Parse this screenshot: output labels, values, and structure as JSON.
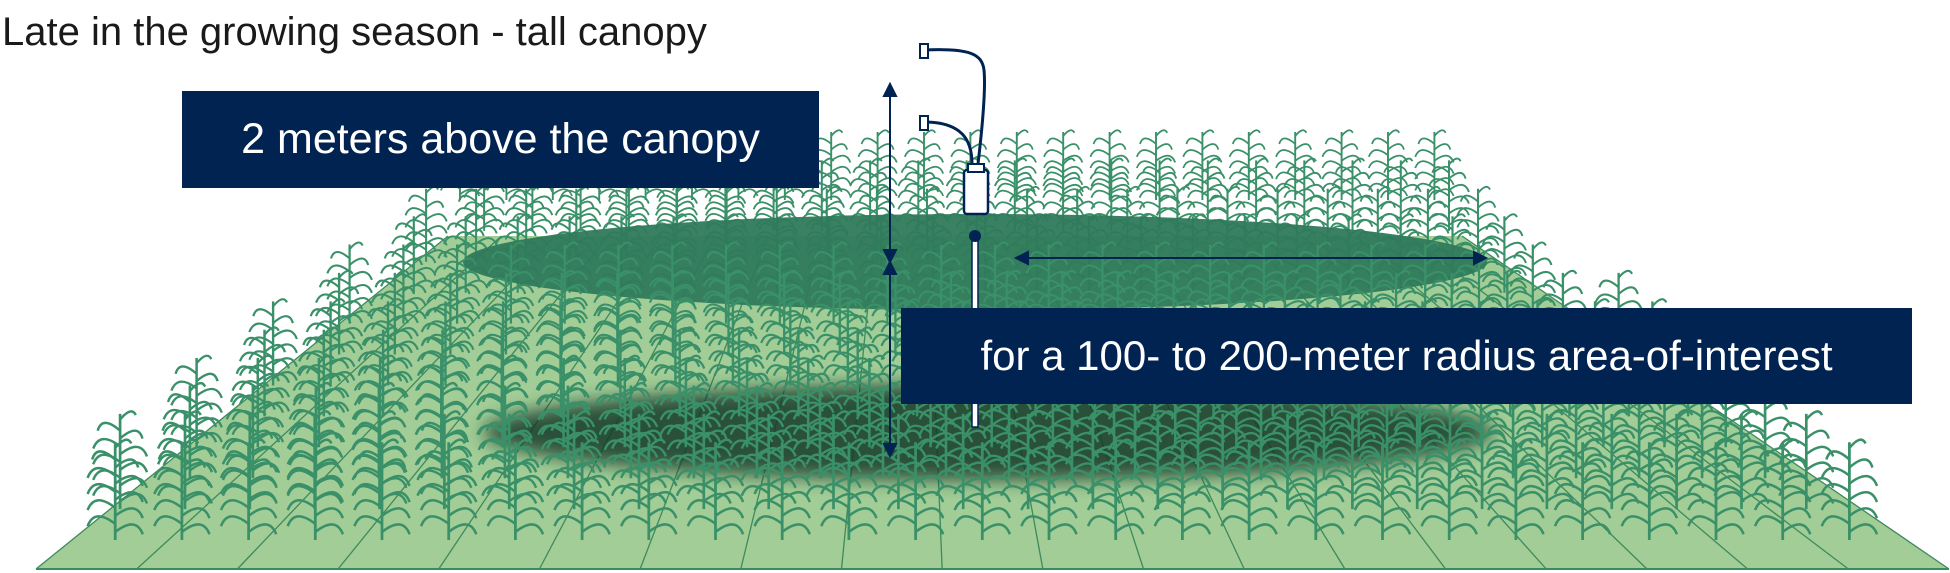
{
  "diagram": {
    "title": "Late in the growing season - tall canopy",
    "height_label": "2 meters above the canopy",
    "radius_label": "for a 100- to 200-meter radius area-of-interest",
    "colors": {
      "navy": "#002352",
      "field": "#a3cd97",
      "field_lines": "#3d8a5c",
      "plant": "#3a9068",
      "footprint": "#2f7a5b",
      "shadow": "#173b2a"
    },
    "icons": [
      "sensor-icon",
      "corn-plant-icon",
      "double-arrow-icon"
    ]
  }
}
